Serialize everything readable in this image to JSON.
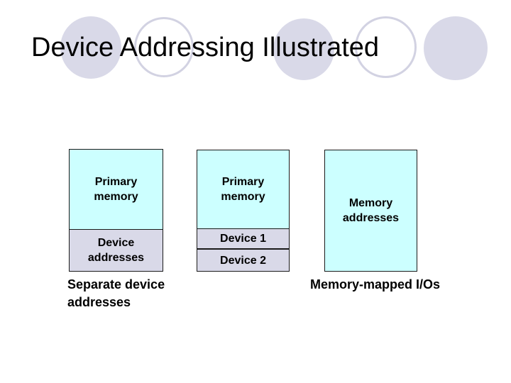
{
  "slide": {
    "title": "Device Addressing Illustrated"
  },
  "colors": {
    "background": "#ffffff",
    "memory_fill": "#ccffff",
    "device_fill": "#d9d9e8",
    "circle_fill": "#d9d9e8",
    "circle_ring": "#d2d2e2",
    "box_border": "#1a1a1a",
    "text": "#000000"
  },
  "separate_addressing": {
    "memory_label": "Primary\nmemory",
    "device_label": "Device\naddresses",
    "caption": "Separate device\naddresses"
  },
  "memory_mapped": {
    "memory_label": "Primary\nmemory",
    "device1_label": "Device 1",
    "device2_label": "Device 2",
    "addresses_label": "Memory\naddresses",
    "caption": "Memory-mapped I/Os"
  }
}
